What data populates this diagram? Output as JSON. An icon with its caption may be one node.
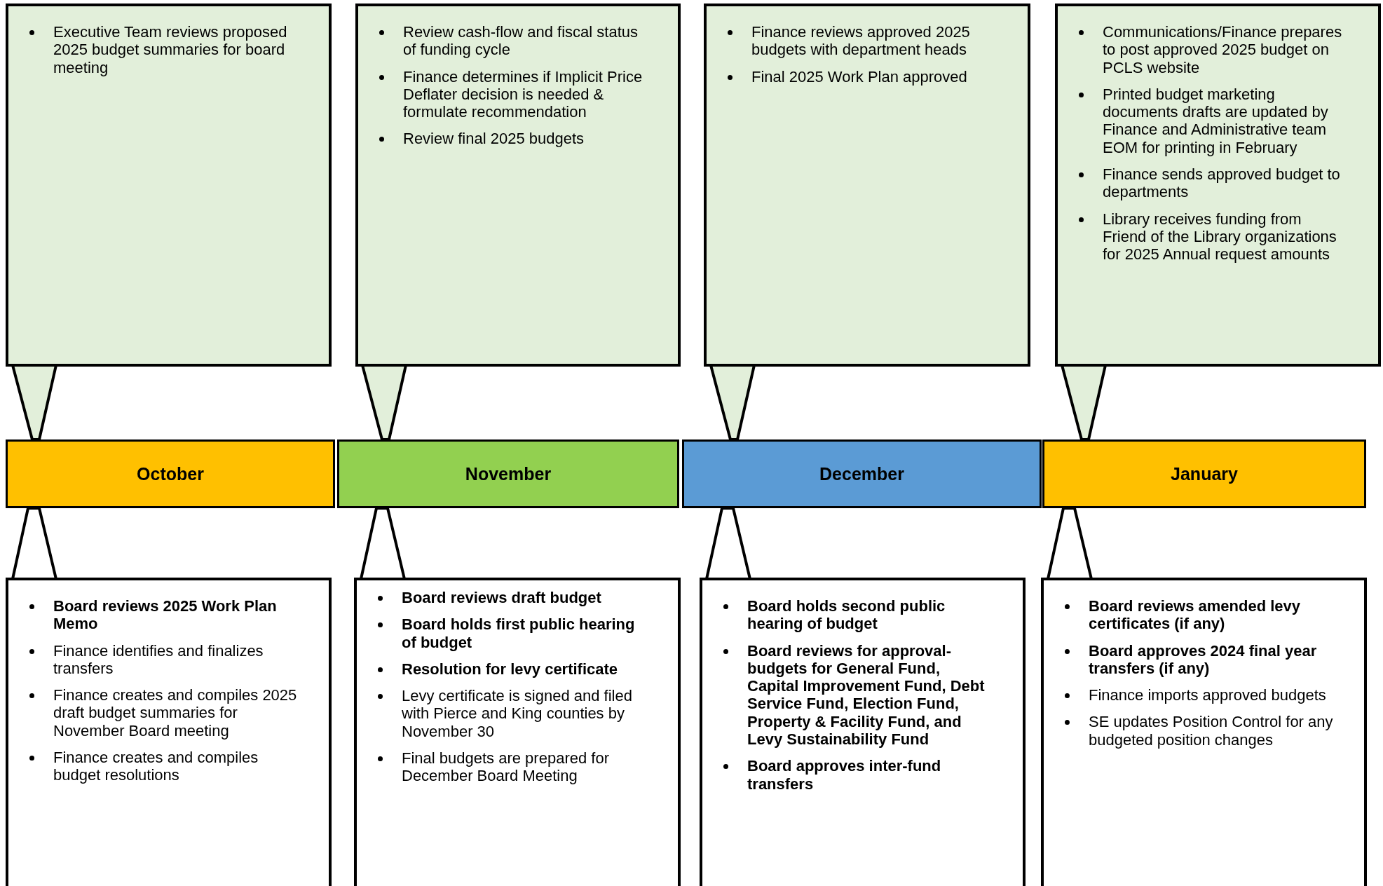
{
  "diagram": {
    "nodes": [
      {
        "text": [
          "Executive Team reviews proposed 2025 budget summaries for board meeting"
        ]
      },
      {
        "text": [
          "Review cash-flow and fiscal status of funding cycle",
          "Finance determines if Implicit Price Deflater decision is needed & formulate recommendation",
          "Review final 2025 budgets"
        ]
      },
      {
        "text": [
          "Finance reviews approved 2025 budgets with department heads",
          "Final 2025 Work Plan approved"
        ]
      },
      {
        "text": [
          "Communications/Finance prepares to post approved 2025 budget on PCLS website",
          "Printed budget marketing documents drafts are updated by Finance and Administrative team EOM for printing in February",
          "Finance sends approved budget to departments",
          "Library receives funding from Friend of the Library organizations for 2025 Annual request amounts"
        ]
      },
      {
        "text": [
          "October"
        ]
      },
      {
        "text": [
          "November"
        ]
      },
      {
        "text": [
          "December"
        ]
      },
      {
        "text": [
          "January"
        ]
      },
      {
        "text": [
          "**Board reviews 2025 Work Plan Memo**",
          "Finance identifies and finalizes transfers",
          "Finance creates and compiles 2025 draft budget summaries for November Board meeting",
          "Finance creates and compiles budget resolutions"
        ]
      },
      {
        "text": [
          "**Board reviews draft budget**",
          "**Board holds first public hearing of budget**",
          "**Resolution for levy certificate**",
          "Levy certificate is signed and filed with Pierce and King counties by November 30",
          "Final budgets are prepared for December Board Meeting"
        ]
      },
      {
        "text": [
          "**Board holds second public hearing of budget**",
          "**Board reviews for approval-budgets for General Fund, Capital Improvement Fund, Debt Service Fund, Election Fund, Property & Facility Fund, and Levy Sustainability Fund**",
          "**Board approves inter-fund transfers**"
        ]
      },
      {
        "text": [
          "**Board reviews amended levy certificates (if any)**",
          "**Board approves 2024 final year transfers (if any)**",
          "Finance imports approved budgets",
          "SE updates Position Control for any budgeted position changes"
        ]
      }
    ],
    "edges": [
      {
        "from": 0,
        "to": 4,
        "arrow": "none"
      },
      {
        "from": 1,
        "to": 5,
        "arrow": "none"
      },
      {
        "from": 2,
        "to": 6,
        "arrow": "none"
      },
      {
        "from": 3,
        "to": 7,
        "arrow": "none"
      },
      {
        "from": 8,
        "to": 4,
        "arrow": "none"
      },
      {
        "from": 9,
        "to": 5,
        "arrow": "none"
      },
      {
        "from": 10,
        "to": 6,
        "arrow": "none"
      },
      {
        "from": 11,
        "to": 7,
        "arrow": "none"
      }
    ]
  }
}
